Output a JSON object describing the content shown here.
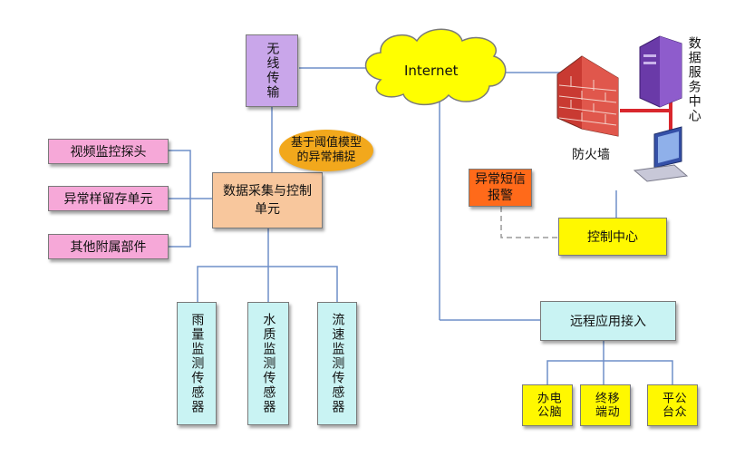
{
  "nodes": {
    "wireless": "无线传输",
    "internet": "Internet",
    "server_center": "数据服务中心",
    "firewall": "防火墙",
    "video_probe": "视频监控探头",
    "anomaly_storage": "异常样留存单元",
    "other_parts": "其他附属部件",
    "acquisition_unit": "数据采集与控制单元",
    "threshold_model": "基于阈值模型的异常捕捉",
    "sms_alarm": "异常短信报警",
    "control_center": "控制中心",
    "remote_access": "远程应用接入",
    "rain_sensor": "雨量监测传感器",
    "water_sensor": "水质监测传感器",
    "flow_sensor": "流速监测传感器",
    "pc": "电脑办公",
    "mobile": "移动终端",
    "platform": "公众平台"
  },
  "colors": {
    "line": "#4472c4",
    "dashed": "#9a9a9a",
    "cloud": "#ffff00",
    "brick": "#d9534f",
    "server": "#7b3fb3"
  }
}
